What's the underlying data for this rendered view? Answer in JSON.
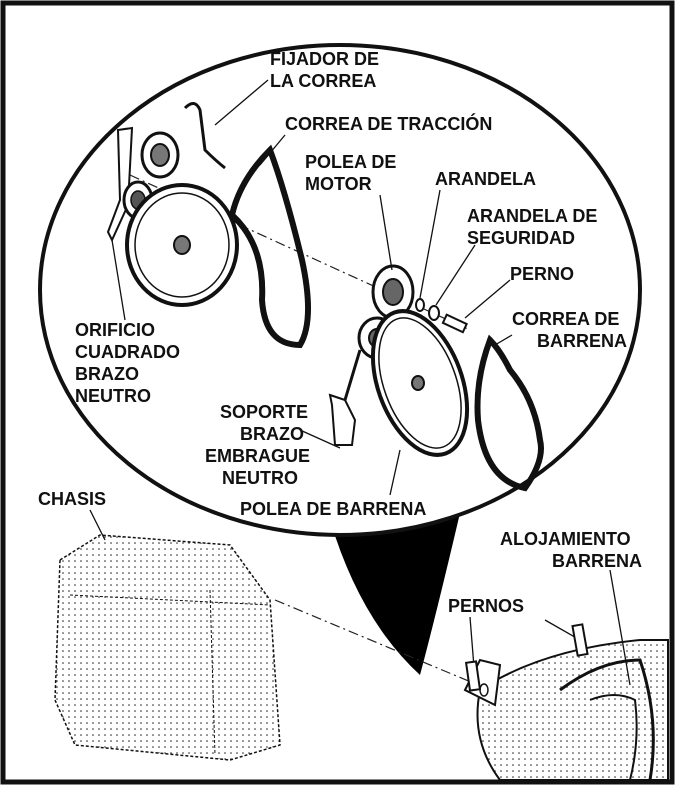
{
  "labels": {
    "fijador": [
      "FIJADOR DE",
      "LA CORREA"
    ],
    "correa_traccion": "CORREA DE TRACCIÓN",
    "polea_motor": [
      "POLEA DE",
      "MOTOR"
    ],
    "arandela": "ARANDELA",
    "arandela_seguridad": [
      "ARANDELA DE",
      "SEGURIDAD"
    ],
    "perno": "PERNO",
    "correa_barrena": [
      "CORREA DE",
      "BARRENA"
    ],
    "orificio": [
      "ORIFICIO",
      "CUADRADO",
      "BRAZO",
      "NEUTRO"
    ],
    "soporte": [
      "SOPORTE",
      "BRAZO",
      "EMBRAGUE",
      "NEUTRO"
    ],
    "polea_barrena": "POLEA DE BARRENA",
    "chasis": "CHASIS",
    "alojamiento": [
      "ALOJAMIENTO",
      "BARRENA"
    ],
    "pernos": "PERNOS"
  }
}
